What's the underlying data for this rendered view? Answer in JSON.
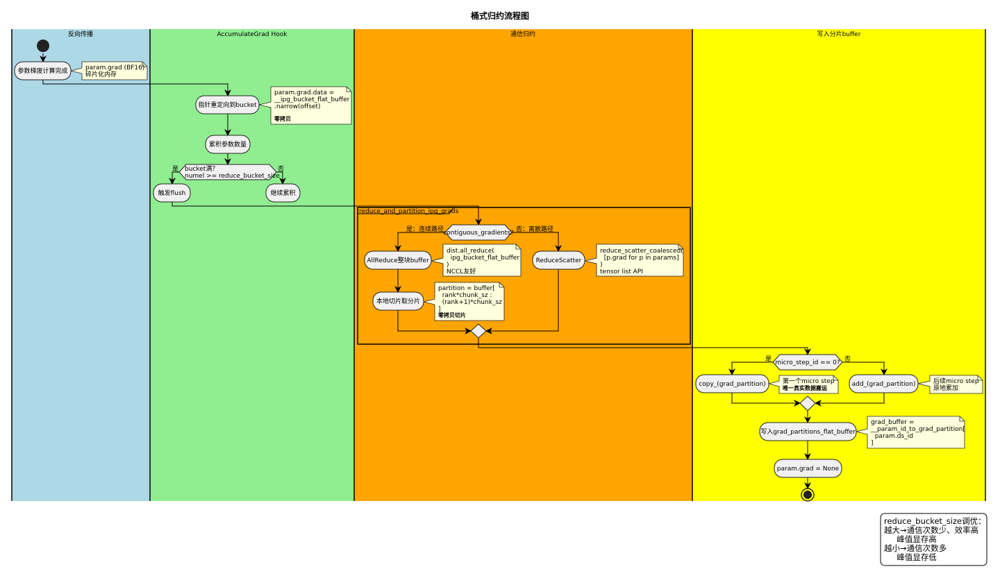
{
  "title": "桶式归约流程图",
  "lanes": [
    {
      "label": "反向传播",
      "color": "#ADD8E6"
    },
    {
      "label": "AccumulateGrad Hook",
      "color": "#90EE90"
    },
    {
      "label": "通信归约",
      "color": "#FFA500"
    },
    {
      "label": "写入分片buffer",
      "color": "#FFFF00"
    }
  ],
  "activities": {
    "grad_done": "参数梯度计算完成",
    "redirect": "指针重定向到bucket",
    "accumulate": "累积参数数量",
    "flush": "触发flush",
    "continue": "继续累积",
    "allreduce": "AllReduce整块buffer",
    "local_slice": "本地切片取分片",
    "reduce_scatter": "ReduceScatter",
    "copy": "copy_(grad_partition)",
    "add": "add_(grad_partition)",
    "write": "写入grad_partitions_flat_buffer",
    "set_none": "param.grad = None"
  },
  "decisions": {
    "bucket_full": [
      "bucket满？",
      "numel >= reduce_bucket_size"
    ],
    "bucket_yes": "是",
    "bucket_no": "否",
    "contiguous": "contiguous_gradients?",
    "contiguous_yes": "是：连续路径",
    "contiguous_no": "否：离散路径",
    "micro": "micro_step_id == 0?",
    "micro_yes": "是",
    "micro_no": "否"
  },
  "group": {
    "label": "reduce_and_partition_ipg_grads"
  },
  "notes": {
    "n1": [
      "param.grad (BF16)",
      "碎片化内存"
    ],
    "n2": [
      "param.grad.data =",
      "__ipg_bucket_flat_buffer",
      ".narrow(offset)",
      "",
      "零拷贝"
    ],
    "n3": [
      "dist.all_reduce(",
      "  ipg_bucket_flat_buffer",
      ")",
      "NCCL友好"
    ],
    "n4": [
      "partition = buffer[",
      "  rank*chunk_sz :",
      "  (rank+1)*chunk_sz",
      "]",
      "零拷贝切片"
    ],
    "n5": [
      "reduce_scatter_coalesced(",
      "  [p.grad for p in params]",
      ")",
      "tensor list API"
    ],
    "n6": [
      "第一个micro step",
      "唯一真实数据搬运"
    ],
    "n7": [
      "后续micro step",
      "原地累加"
    ],
    "n8": [
      "grad_buffer =",
      "__param_id_to_grad_partition[",
      "  param.ds_id",
      "]"
    ]
  },
  "legend": [
    "reduce_bucket_size调优：",
    "越大→通信次数少、效率高",
    "     峰值显存高",
    "越小→通信次数多",
    "     峰值显存低"
  ]
}
